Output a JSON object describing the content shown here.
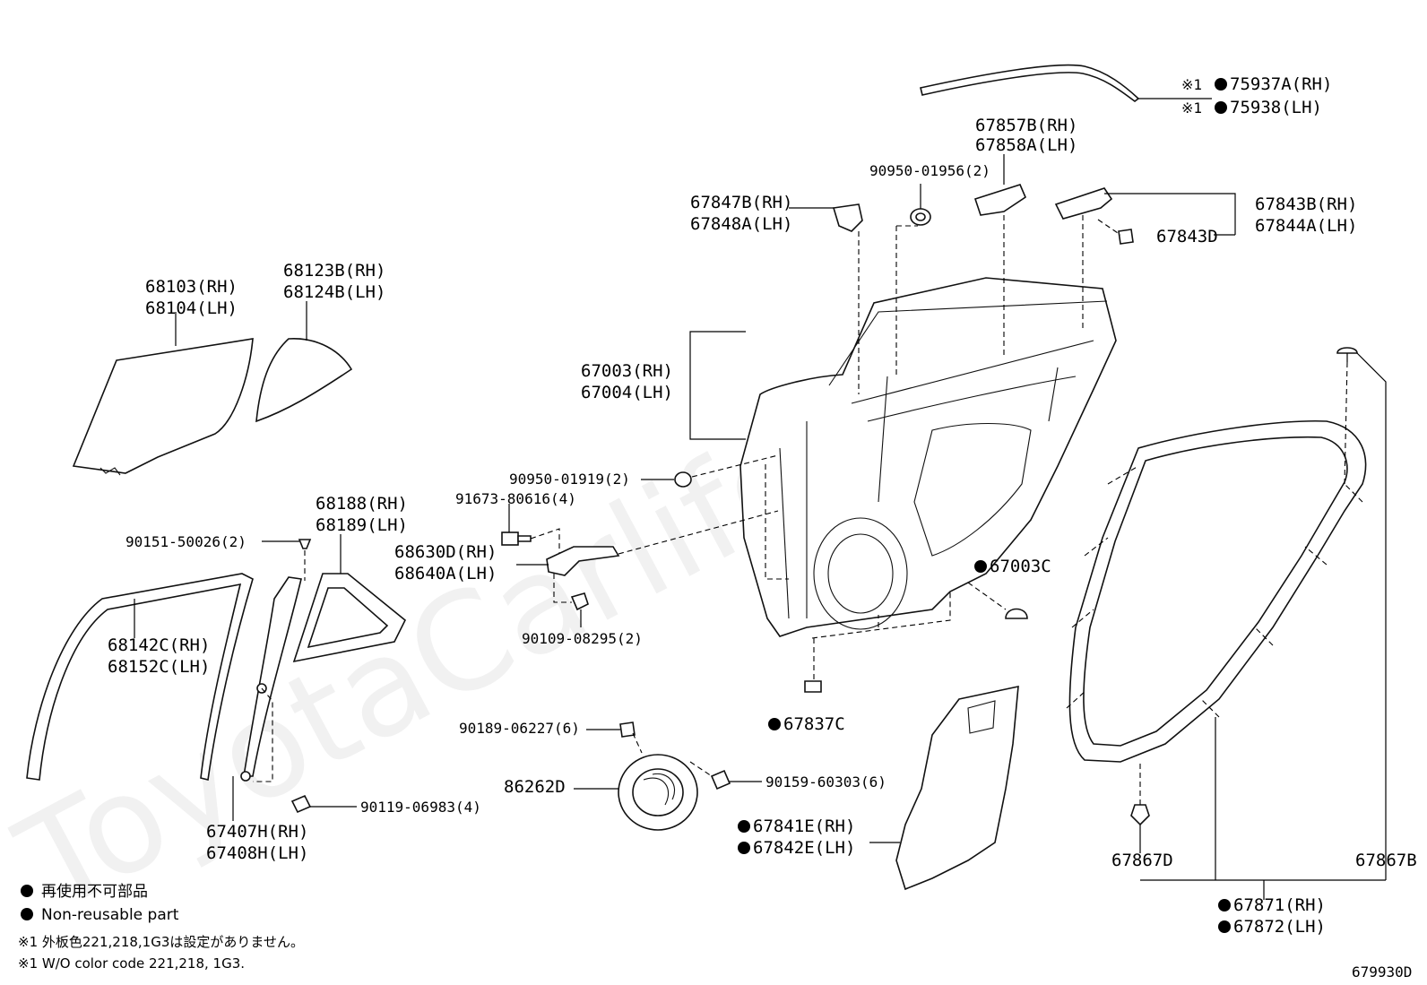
{
  "watermark": "ToyotaCarlife.ru",
  "diagram_code": "679930D",
  "legend": {
    "non_reusable_jp": "再使用不可部品",
    "non_reusable_en": "Non-reusable part",
    "note1_jp": "※1 外板色221,218,1G3は設定がありません。",
    "note1_en": "※1 W/O color code 221,218, 1G3."
  },
  "labels": {
    "p75937": "75937A(RH)",
    "p75938": "75938(LH)",
    "note_mark": "※1",
    "p67857": "67857B(RH)",
    "p67858": "67858A(LH)",
    "p90950_01956": "90950-01956(2)",
    "p67847": "67847B(RH)",
    "p67848": "67848A(LH)",
    "p67843b": "67843B(RH)",
    "p67844": "67844A(LH)",
    "p67843d": "67843D",
    "p68103": "68103(RH)",
    "p68104": "68104(LH)",
    "p68123": "68123B(RH)",
    "p68124": "68124B(LH)",
    "p67003": "67003(RH)",
    "p67004": "67004(LH)",
    "p90950_01919": "90950-01919(2)",
    "p91673": "91673-80616(4)",
    "p68188": "68188(RH)",
    "p68189": "68189(LH)",
    "p90151": "90151-50026(2)",
    "p68630": "68630D(RH)",
    "p68640": "68640A(LH)",
    "p67003c": "67003C",
    "p90109": "90109-08295(2)",
    "p68142": "68142C(RH)",
    "p68152": "68152C(LH)",
    "p67837": "67837C",
    "p90189": "90189-06227(6)",
    "p86262": "86262D",
    "p90159": "90159-60303(6)",
    "p90119": "90119-06983(4)",
    "p67841": "67841E(RH)",
    "p67842": "67842E(LH)",
    "p67407": "67407H(RH)",
    "p67408": "67408H(LH)",
    "p67867d": "67867D",
    "p67867b": "67867B",
    "p67871": "67871(RH)",
    "p67872": "67872(LH)"
  }
}
